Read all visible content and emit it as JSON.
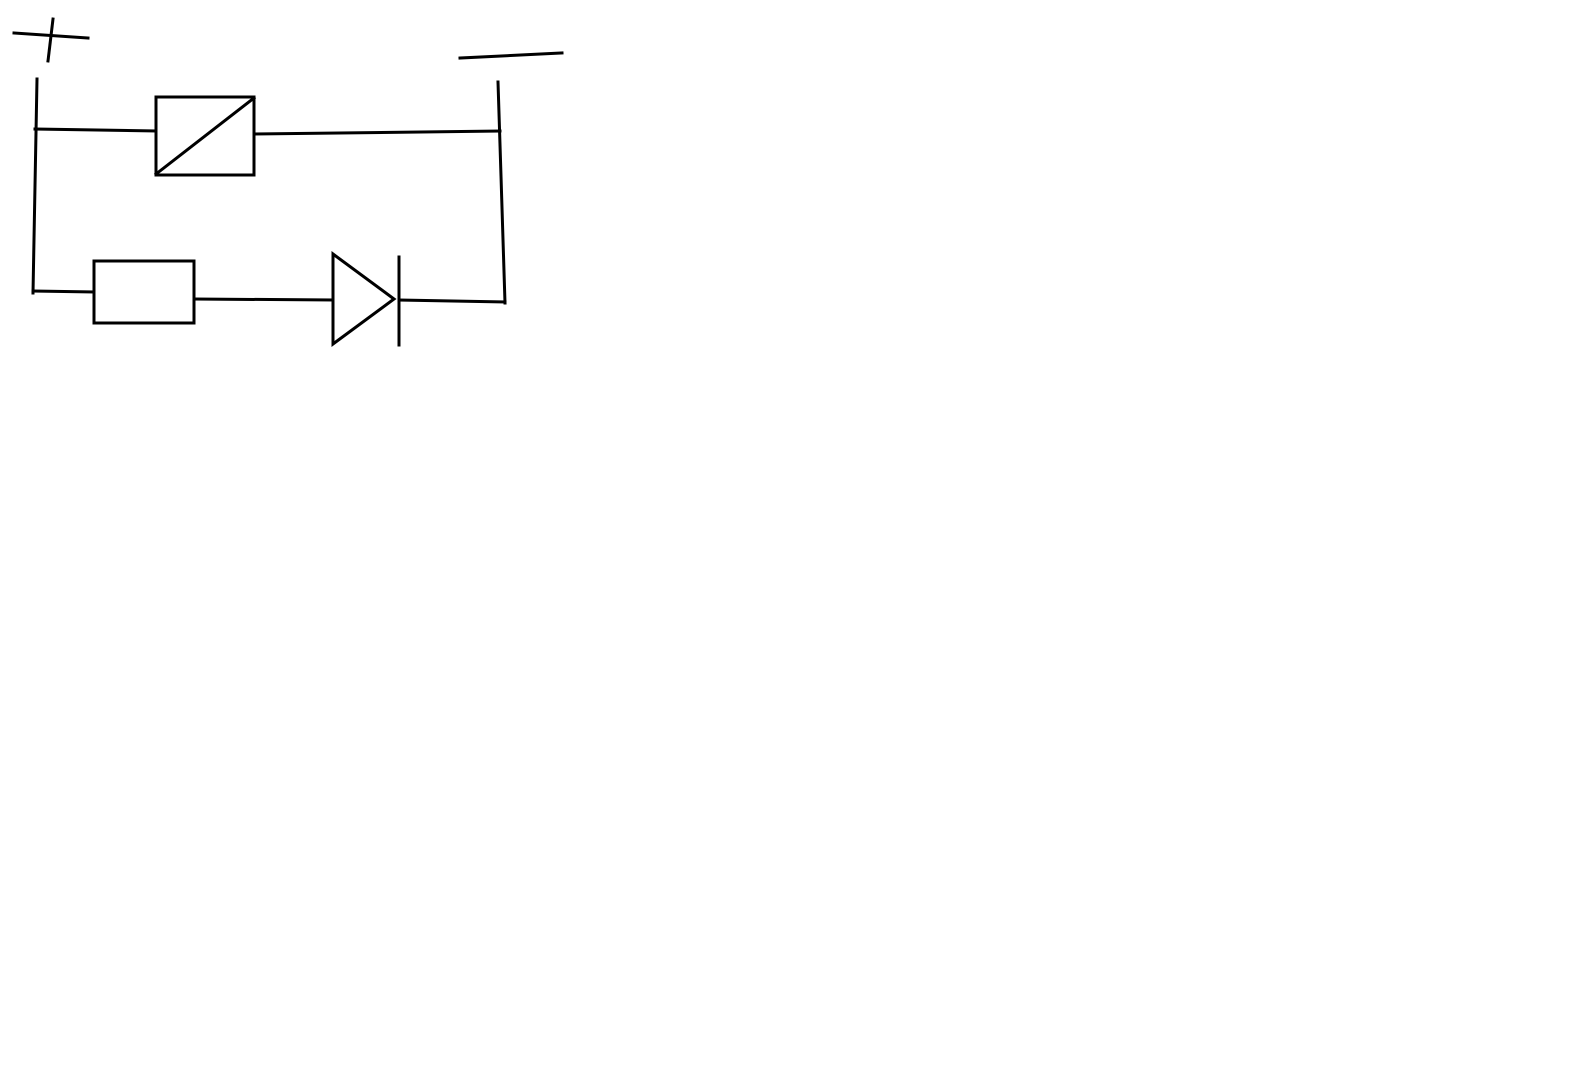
{
  "diagram": {
    "kind": "hand-drawn circuit schematic",
    "background": "#ffffff",
    "ink_color": "#000000",
    "terminals": [
      {
        "id": "positive",
        "symbol": "plus"
      },
      {
        "id": "negative",
        "symbol": "minus"
      }
    ],
    "branches": [
      {
        "id": "upper",
        "components": [
          "relay-coil"
        ]
      },
      {
        "id": "lower",
        "components": [
          "resistor",
          "diode"
        ]
      }
    ]
  }
}
